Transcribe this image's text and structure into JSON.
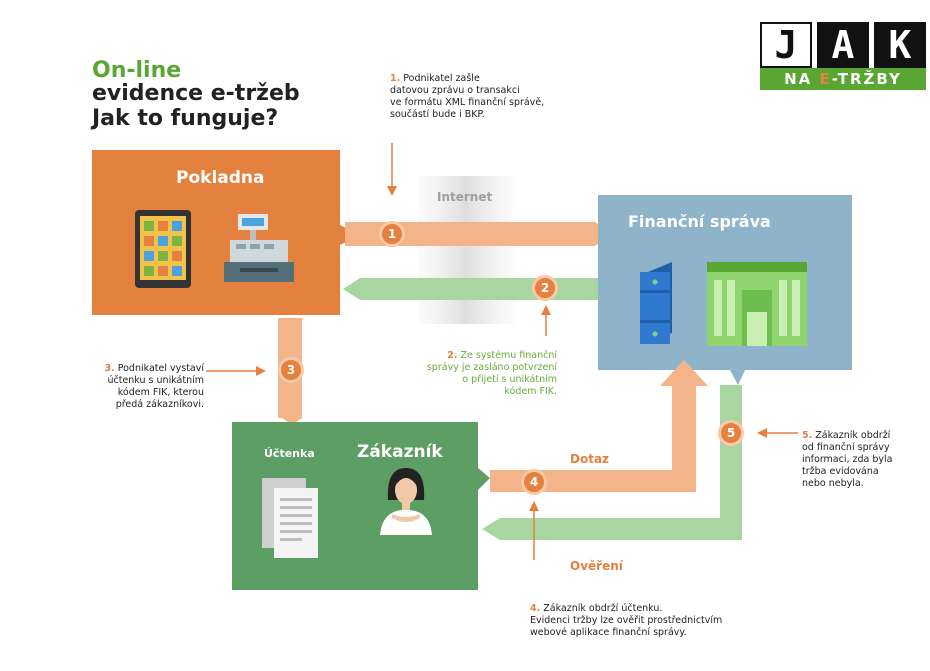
{
  "title": {
    "line1": "On-line",
    "line2": "evidence e-tržeb",
    "line3": "Jak to funguje?"
  },
  "logo": {
    "letters": [
      "J",
      "A",
      "K"
    ],
    "tagline_pre": "NA ",
    "tagline_mid": "E",
    "tagline_post": "-TRŽBY"
  },
  "boxes": {
    "pokladna": "Pokladna",
    "financni_sprava": "Finanční správa",
    "zakaznik": "Zákazník",
    "uctenka": "Účtenka",
    "internet": "Internet"
  },
  "arrows": {
    "dotaz": "Dotaz",
    "overeni": "Ověření"
  },
  "steps": [
    "1",
    "2",
    "3",
    "4",
    "5"
  ],
  "notes": {
    "n1": {
      "num": "1.",
      "lines": [
        "Podnikatel zašle",
        "datovou zprávu o transakci",
        "ve formátu XML finanční správě,",
        "součástí bude i BKP."
      ]
    },
    "n2": {
      "num": "2.",
      "lines": [
        "Ze systému finanční",
        "správy je zasláno potvrzení",
        "o přijetí s unikátním",
        "kódem FIK."
      ]
    },
    "n3": {
      "num": "3.",
      "lines": [
        "Podnikatel vystaví",
        "účtenku s unikátním",
        "kódem FIK, kterou",
        "předá zákazníkovi."
      ]
    },
    "n4": {
      "num": "4.",
      "lines": [
        "Zákazník obdrží účtenku.",
        "Evidenci tržby lze ověřit prostřednictvím",
        "webové aplikace finanční správy."
      ]
    },
    "n5": {
      "num": "5.",
      "lines": [
        "Zákazník obdrží",
        "od finanční správy",
        "informaci, zda byla",
        "tržba evidována",
        "nebo nebyla."
      ]
    }
  },
  "colors": {
    "orange": "#e4813f",
    "orange_light": "#f3b48a",
    "green": "#5aa632",
    "green_box": "#5c9e63",
    "green_light": "#a9d6a0",
    "blue_box": "#8fb3c8"
  }
}
